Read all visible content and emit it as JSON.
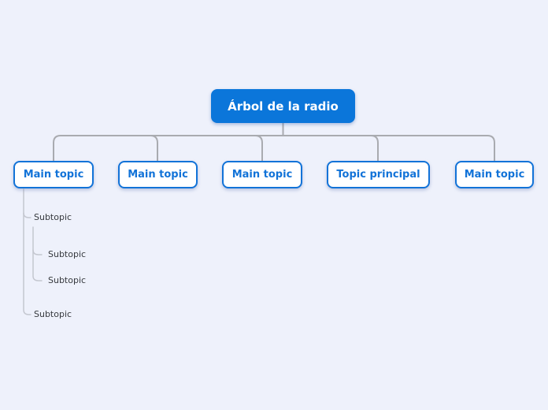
{
  "colors": {
    "background": "#eef1fb",
    "root_fill": "#0b76da",
    "root_text": "#ffffff",
    "topic_fill": "#ffffff",
    "topic_border": "#1273d8",
    "topic_text": "#1273d8",
    "tree_connector": "#a9abb0",
    "subtree_connector": "#c4c7d0",
    "subtopic_text": "#36393e"
  },
  "root": {
    "label": "Árbol de la radio"
  },
  "main_topics": [
    {
      "label": "Main topic"
    },
    {
      "label": "Main topic"
    },
    {
      "label": "Main topic"
    },
    {
      "label": "Topic principal"
    },
    {
      "label": "Main topic"
    }
  ],
  "subtree": {
    "items": [
      {
        "label": "Subtopic",
        "children": [
          {
            "label": "Subtopic"
          },
          {
            "label": "Subtopic"
          }
        ]
      },
      {
        "label": "Subtopic",
        "children": []
      }
    ]
  }
}
